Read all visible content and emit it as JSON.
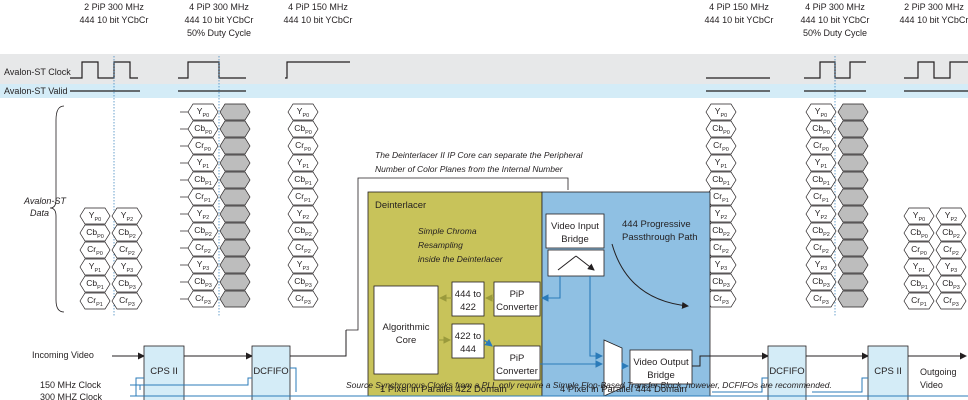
{
  "headers": [
    {
      "l1": "2 PiP 300 MHz",
      "l2": "444 10 bit YCbCr",
      "l3": ""
    },
    {
      "l1": "4 PiP 300 MHz",
      "l2": "444 10 bit YCbCr",
      "l3": "50% Duty Cycle"
    },
    {
      "l1": "4 PiP 150 MHz",
      "l2": "444 10 bit YCbCr",
      "l3": ""
    },
    {
      "l1": "4 PiP 150 MHz",
      "l2": "444 10 bit YCbCr",
      "l3": ""
    },
    {
      "l1": "4 PiP 300 MHz",
      "l2": "444 10 bit YCbCr",
      "l3": "50% Duty Cycle"
    },
    {
      "l1": "2 PiP 300 MHz",
      "l2": "444 10 bit YCbCr",
      "l3": ""
    }
  ],
  "signals": {
    "clock": "Avalon-ST Clock",
    "valid": "Avalon-ST Valid",
    "data_l1": "Avalon-ST",
    "data_l2": "Data",
    "incoming": "Incoming Video",
    "outgoing_l1": "Outgoing",
    "outgoing_l2": "Video",
    "clk150": "150 MHz Clock",
    "clk300": "300 MHZ Clock"
  },
  "cells": {
    "col2a": [
      [
        "Y",
        "P0"
      ],
      [
        "Cb",
        "P0"
      ],
      [
        "Cr",
        "P0"
      ],
      [
        "Y",
        "P1"
      ],
      [
        "Cb",
        "P1"
      ],
      [
        "Cr",
        "P1"
      ]
    ],
    "col2b": [
      [
        "Y",
        "P2"
      ],
      [
        "Cb",
        "P2"
      ],
      [
        "Cr",
        "P2"
      ],
      [
        "Y",
        "P3"
      ],
      [
        "Cb",
        "P3"
      ],
      [
        "Cr",
        "P3"
      ]
    ],
    "col4": [
      [
        "Y",
        "P0"
      ],
      [
        "Cb",
        "P0"
      ],
      [
        "Cr",
        "P0"
      ],
      [
        "Y",
        "P1"
      ],
      [
        "Cb",
        "P1"
      ],
      [
        "Cr",
        "P1"
      ],
      [
        "Y",
        "P2"
      ],
      [
        "Cb",
        "P2"
      ],
      [
        "Cr",
        "P2"
      ],
      [
        "Y",
        "P3"
      ],
      [
        "Cb",
        "P3"
      ],
      [
        "Cr",
        "P3"
      ]
    ]
  },
  "annotation_l1": "The Deinterlacer II IP Core can separate the Peripheral",
  "annotation_l2": "Number of Color Planes from the Internal Number",
  "deinterlacer_title": "Deinterlacer",
  "chroma_l1": "Simple Chroma",
  "chroma_l2": "Resampling",
  "chroma_l3": "inside the Deinterlacer",
  "algo_l1": "Algorithmic",
  "algo_l2": "Core",
  "conv_a_l1": "444 to",
  "conv_a_l2": "422",
  "conv_b_l1": "422 to",
  "conv_b_l2": "444",
  "pip_l1": "PiP",
  "pip_l2": "Converter",
  "vin_l1": "Video Input",
  "vin_l2": "Bridge",
  "vout_l1": "Video Output",
  "vout_l2": "Bridge",
  "passthrough_l1": "444 Progressive",
  "passthrough_l2": "Passthrough Path",
  "domain422": "1 Pixel in Parallel 422 Domain",
  "domain444": "4 Pixel in Parallel 444 Domain",
  "cps": "CPS II",
  "dcfifo": "DCFIFO",
  "footer_note": "Source Synchronous Clocks from a PLL only require a Simple Flop-Based Transfer Block, however, DCFIFOs are recommended.",
  "colors": {
    "olive": "#c8c35a",
    "blue": "#8fc0e3",
    "lightblue": "#d4ecf7",
    "band": "#e7e8e9",
    "arrowblue": "#2b7bb9",
    "arrowolive": "#9a9a3c",
    "gray": "#bdbdbd",
    "cyan": "#8fd8e8"
  }
}
